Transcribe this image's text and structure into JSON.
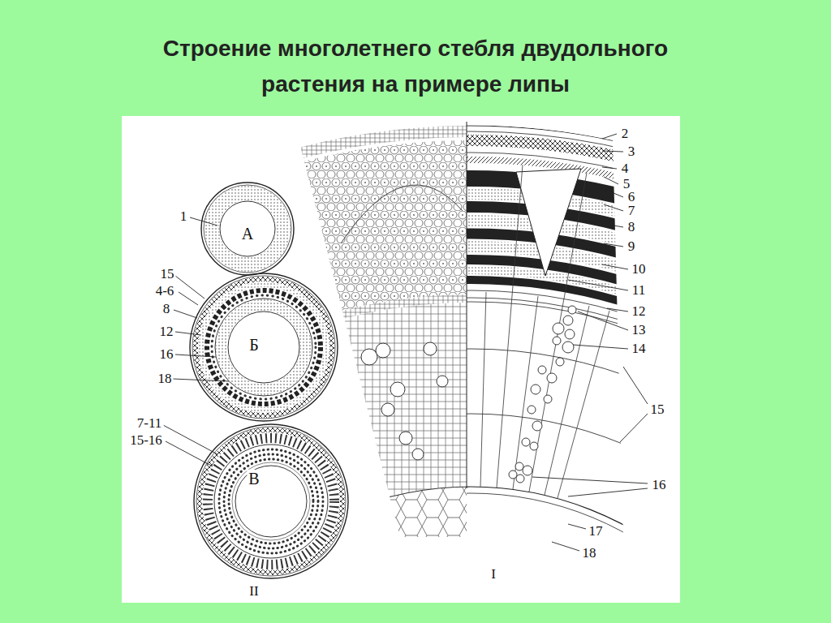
{
  "diagram": {
    "title": "Строение многолетнего стебля двудольного растения на примере липы",
    "nodes": [
      {
        "text": [
          "А"
        ]
      },
      {
        "text": [
          "Б"
        ]
      },
      {
        "text": [
          "В"
        ]
      }
    ],
    "labels": [
      "1",
      "15",
      "4-6",
      "8",
      "12",
      "16",
      "18",
      "7-11",
      "15-16",
      "II",
      "2",
      "3",
      "4",
      "5",
      "6",
      "7",
      "8",
      "9",
      "10",
      "11",
      "12",
      "13",
      "14",
      "15",
      "16",
      "17",
      "18",
      "I"
    ]
  }
}
